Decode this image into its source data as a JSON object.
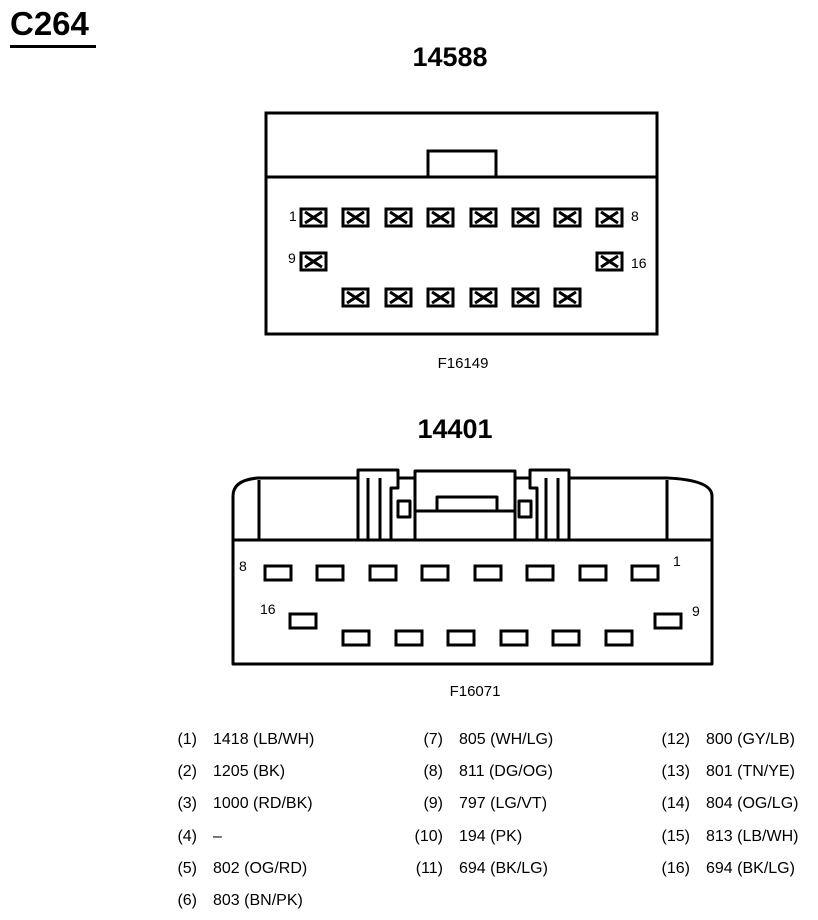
{
  "connector_id": "C264",
  "top_view": {
    "title": "14588",
    "figure_code": "F16149",
    "pin_labels": [
      "1",
      "8",
      "9",
      "16"
    ]
  },
  "bottom_view": {
    "title": "14401",
    "figure_code": "F16071",
    "pin_labels": [
      "8",
      "1",
      "16",
      "9"
    ]
  },
  "legend": [
    {
      "num": "(1)",
      "value": "1418 (LB/WH)"
    },
    {
      "num": "(2)",
      "value": "1205 (BK)"
    },
    {
      "num": "(3)",
      "value": "1000 (RD/BK)"
    },
    {
      "num": "(4)",
      "value": "–"
    },
    {
      "num": "(5)",
      "value": "802 (OG/RD)"
    },
    {
      "num": "(6)",
      "value": "803 (BN/PK)"
    },
    {
      "num": "(7)",
      "value": "805 (WH/LG)"
    },
    {
      "num": "(8)",
      "value": "811 (DG/OG)"
    },
    {
      "num": "(9)",
      "value": "797 (LG/VT)"
    },
    {
      "num": "(10)",
      "value": "194 (PK)"
    },
    {
      "num": "(11)",
      "value": "694 (BK/LG)"
    },
    {
      "num": "(12)",
      "value": "800 (GY/LB)"
    },
    {
      "num": "(13)",
      "value": "801 (TN/YE)"
    },
    {
      "num": "(14)",
      "value": "804 (OG/LG)"
    },
    {
      "num": "(15)",
      "value": "813 (LB/WH)"
    },
    {
      "num": "(16)",
      "value": "694 (BK/LG)"
    }
  ]
}
